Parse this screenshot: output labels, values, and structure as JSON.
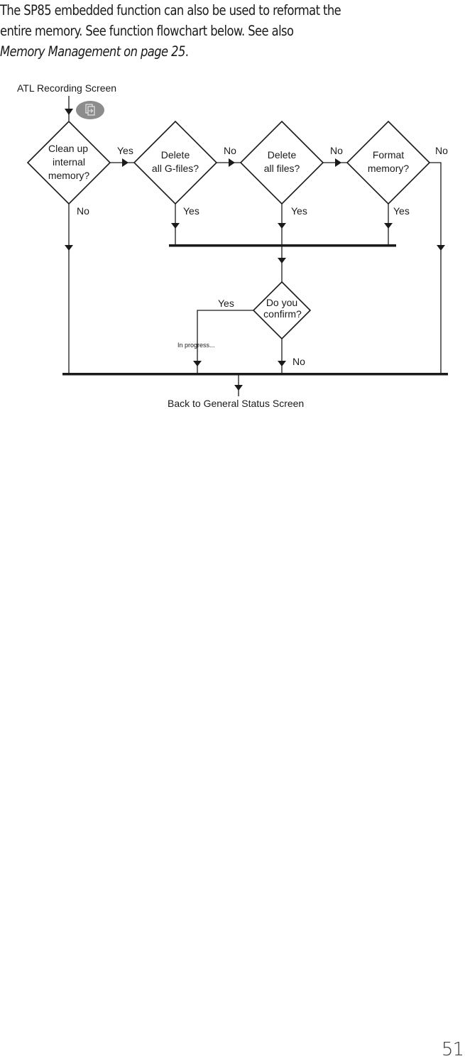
{
  "intro": {
    "line1": "The SP85 embedded function can also be used to reformat the",
    "line2": "entire memory. See function flowchart below. See also",
    "ref": "Memory Management on page 25",
    "ref_suffix": "."
  },
  "flowchart": {
    "start_label": "ATL Recording Screen",
    "start_icon": "menu-enter-icon",
    "decisions": [
      {
        "id": "clean",
        "lines": [
          "Clean up",
          "internal",
          "memory?"
        ],
        "yes": "Yes",
        "no": "No"
      },
      {
        "id": "delete-g",
        "lines": [
          "Delete",
          "all G-files?"
        ],
        "yes": "Yes",
        "no": "No"
      },
      {
        "id": "delete-all",
        "lines": [
          "Delete",
          "all files?"
        ],
        "yes": "Yes",
        "no": "No"
      },
      {
        "id": "format",
        "lines": [
          "Format",
          "memory?"
        ],
        "yes": "Yes",
        "no": "No"
      },
      {
        "id": "confirm",
        "lines": [
          "Do you",
          "confirm?"
        ],
        "yes": "Yes",
        "no": "No"
      }
    ],
    "progress_label": "In progress...",
    "end_label": "Back to General Status Screen",
    "colors": {
      "line": "#1a1a1a",
      "icon_bg": "#8c8c8c",
      "icon_fg": "#e6e6e6"
    }
  },
  "page": {
    "number": "51"
  }
}
